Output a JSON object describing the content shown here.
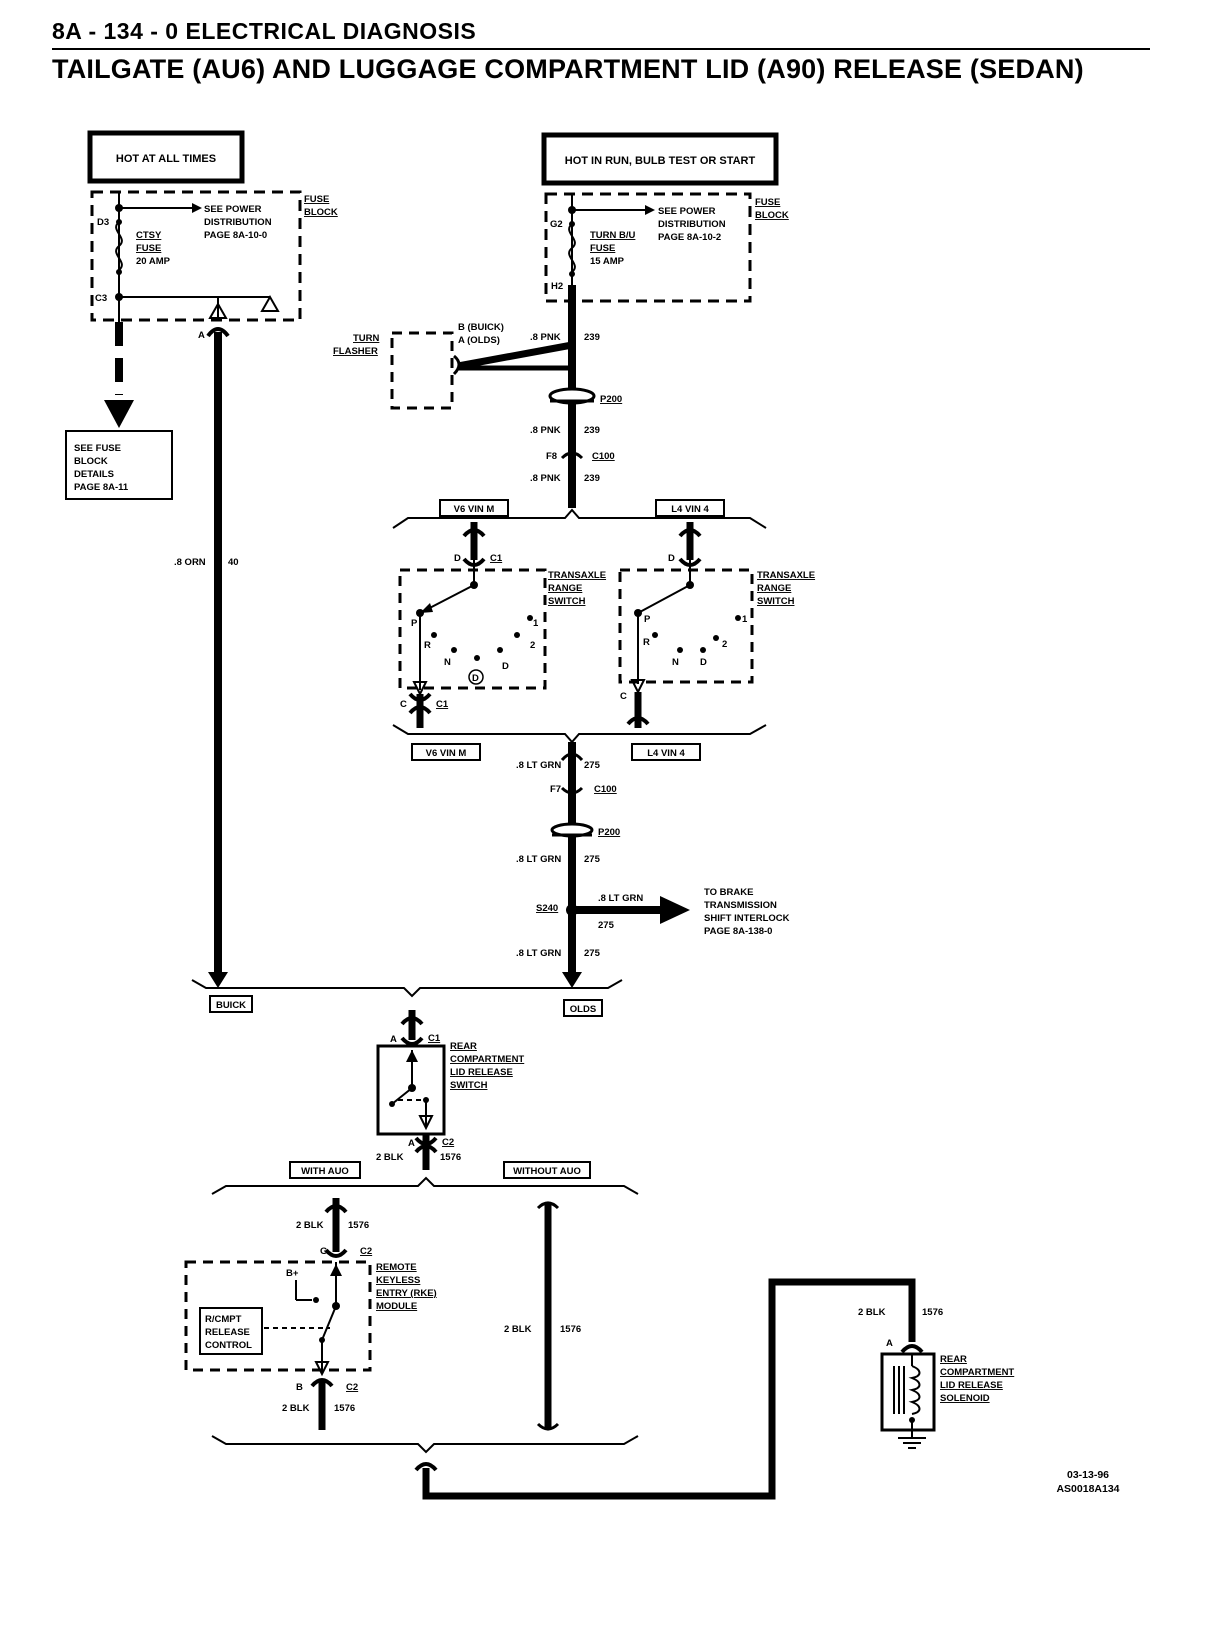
{
  "header": {
    "section": "8A - 134 - 0   ELECTRICAL DIAGNOSIS",
    "title": "TAILGATE (AU6) AND LUGGAGE COMPARTMENT LID (A90) RELEASE (SEDAN)"
  },
  "left_fuse": {
    "hot_label": "HOT AT ALL TIMES",
    "fuse_block_label": [
      "FUSE",
      "BLOCK"
    ],
    "top_pin": "D3",
    "bottom_pin": "C3",
    "fuse_name": [
      "CTSY",
      "FUSE"
    ],
    "fuse_rating": "20 AMP",
    "see_power": [
      "SEE POWER",
      "DISTRIBUTION",
      "PAGE 8A-10-0"
    ],
    "connector_pin": "A",
    "fuse_details_note": [
      "SEE FUSE",
      "BLOCK",
      "DETAILS",
      "PAGE 8A-11"
    ],
    "wire_label": ".8 ORN",
    "wire_circuit": "40"
  },
  "right_fuse": {
    "hot_label": "HOT IN RUN, BULB TEST OR START",
    "fuse_block_label": [
      "FUSE",
      "BLOCK"
    ],
    "top_pin": "G2",
    "bottom_pin": "H2",
    "fuse_name": [
      "TURN B/U",
      "FUSE"
    ],
    "fuse_rating": "15 AMP",
    "see_power": [
      "SEE POWER",
      "DISTRIBUTION",
      "PAGE 8A-10-2"
    ]
  },
  "turn_flasher": {
    "label": [
      "TURN",
      "FLASHER"
    ],
    "pins": [
      "B (BUICK)",
      "A (OLDS)"
    ]
  },
  "wires": {
    "pnk": ".8 PNK",
    "pnk_circuit": "239",
    "ltgrn": ".8 LT GRN",
    "ltgrn_circuit": "275",
    "blk": "2 BLK",
    "blk_circuit": "1576"
  },
  "splices": {
    "p200": "P200",
    "c100": "C100",
    "c100_pin_top": "F8",
    "c100_pin_bottom": "F7",
    "s240": "S240"
  },
  "transaxle": {
    "variant_v6": "V6 VIN M",
    "variant_l4": "L4 VIN 4",
    "switch_label": [
      "TRANSAXLE",
      "RANGE",
      "SWITCH"
    ],
    "pin_d": "D",
    "pin_c": "C",
    "conn_c1": "C1",
    "positions": [
      "P",
      "R",
      "N",
      "D",
      "2",
      "1"
    ],
    "overdrive": "D"
  },
  "brake_interlock": {
    "wire": ".8 LT GRN",
    "circuit": "275",
    "note": [
      "TO BRAKE",
      "TRANSMISSION",
      "SHIFT INTERLOCK",
      "PAGE 8A-138-0"
    ]
  },
  "variants": {
    "buick": "BUICK",
    "olds": "OLDS"
  },
  "release_switch": {
    "label": [
      "REAR",
      "COMPARTMENT",
      "LID RELEASE",
      "SWITCH"
    ],
    "pin_a": "A",
    "conn_c1": "C1",
    "conn_c2": "C2"
  },
  "auo": {
    "with": "WITH AUO",
    "without": "WITHOUT AUO"
  },
  "rke_module": {
    "label": [
      "REMOTE",
      "KEYLESS",
      "ENTRY (RKE)",
      "MODULE"
    ],
    "pin_g": "G",
    "pin_b": "B",
    "conn": "C2",
    "bplus": "B+",
    "control": [
      "R/CMPT",
      "RELEASE",
      "CONTROL"
    ]
  },
  "solenoid": {
    "label": [
      "REAR",
      "COMPARTMENT",
      "LID RELEASE",
      "SOLENOID"
    ],
    "pin_a": "A"
  },
  "footer": {
    "date": "03-13-96",
    "code": "AS0018A134"
  }
}
